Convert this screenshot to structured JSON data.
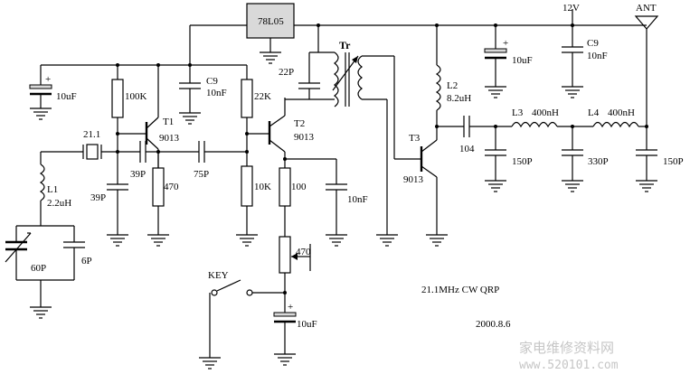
{
  "title": "21.1MHz  CW QRP",
  "date": "2000.8.6",
  "watermark": {
    "cn": "家电维修资料网",
    "url": "www.520101.com"
  },
  "parts": {
    "regulator": "78L05",
    "supply": "12V",
    "antenna": "ANT",
    "key": "KEY",
    "transformer": "Tr",
    "crystal": "21.1",
    "t1": "T1",
    "t1_type": "9013",
    "t2": "T2",
    "t2_type": "9013",
    "t3": "T3",
    "t3_type": "9013",
    "l1": "L1",
    "l1_val": "2.2uH",
    "l2": "L2",
    "l2_val": "8.2uH",
    "l3": "L3",
    "l3_val": "400nH",
    "l4": "L4",
    "l4_val": "400nH",
    "c_10uf_left": "10uF",
    "c_10uf_top": "10uF",
    "c_10uf_key": "10uF",
    "c9_a": "C9",
    "c9_a_val": "10nF",
    "c9_b": "C9",
    "c9_b_val": "10nF",
    "r_100k": "100K",
    "r_22k": "22K",
    "r_10k": "10K",
    "r_470": "470",
    "r_100": "100",
    "pot_470": "470",
    "c_22p": "22P",
    "c_39p_a": "39P",
    "c_39p_b": "39P",
    "c_75p": "75P",
    "c_10nf_e": "10nF",
    "c_104": "104",
    "c_150p_a": "150P",
    "c_330p": "330P",
    "c_150p_b": "150P",
    "c_60p": "60P",
    "c_6p": "6P"
  }
}
